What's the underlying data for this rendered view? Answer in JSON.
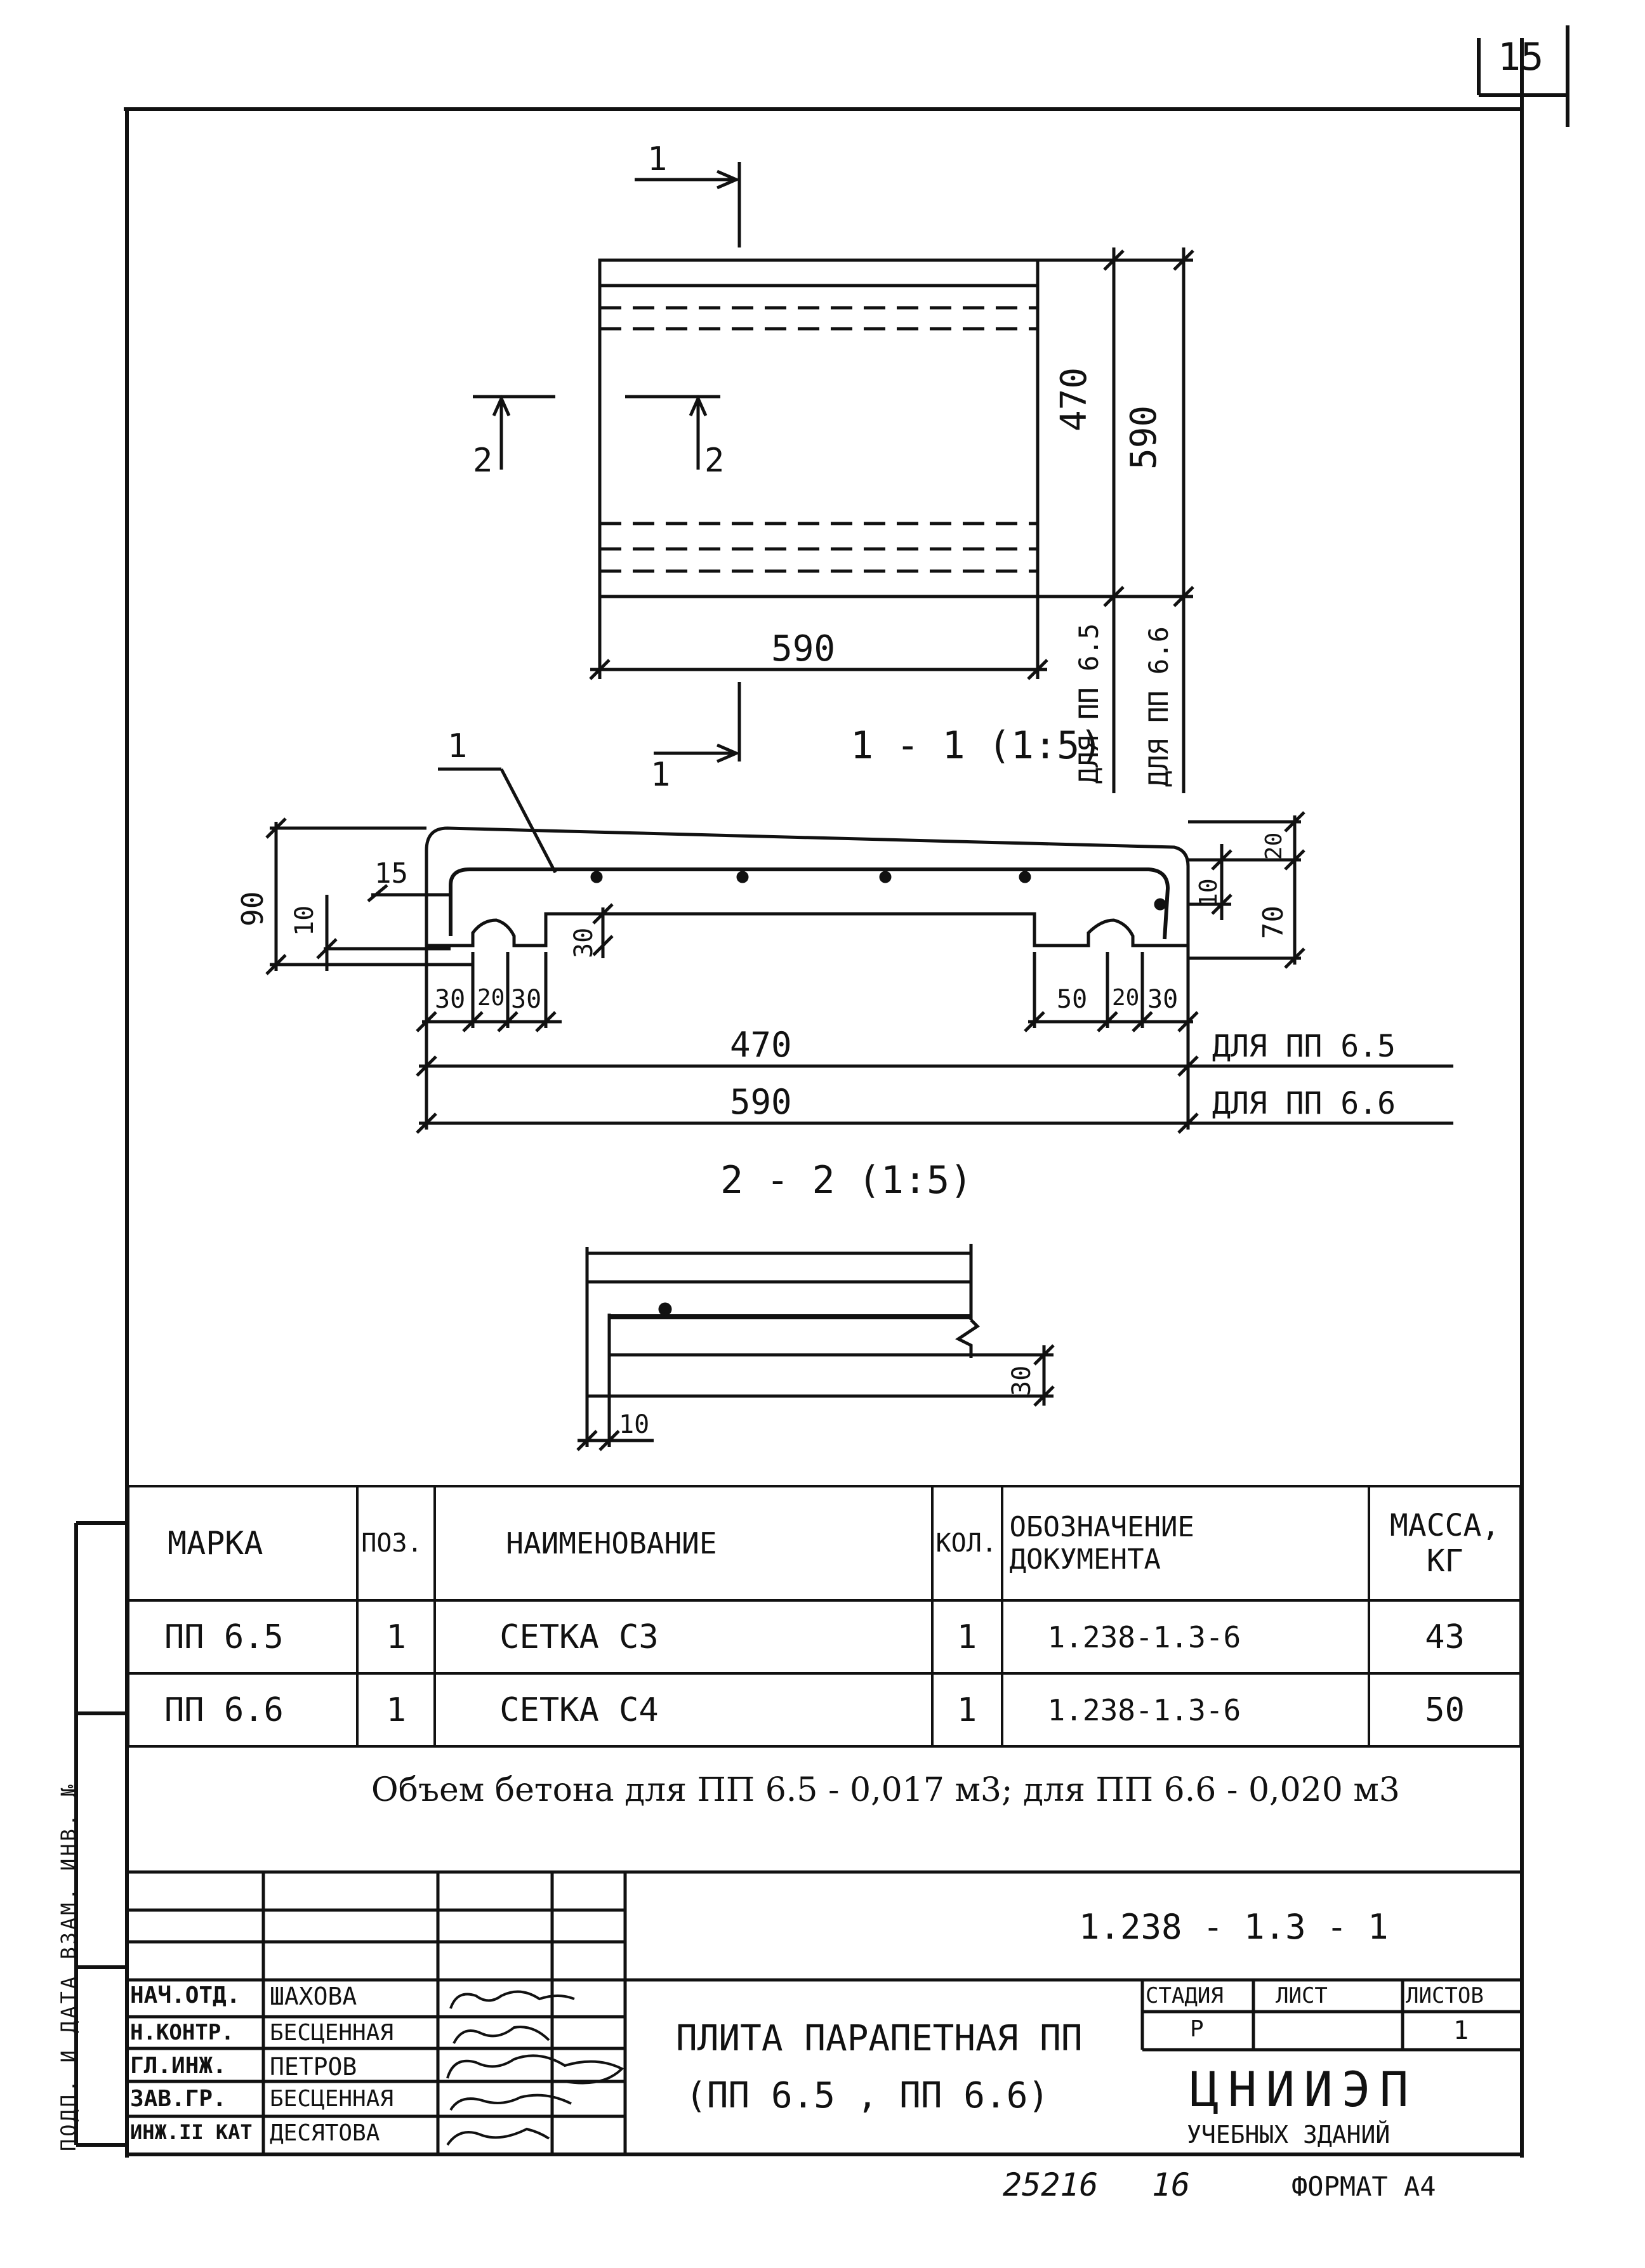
{
  "sheet": {
    "page_number": "15",
    "bottom_number": "25216",
    "bottom_sheet": "16",
    "format": "ФОРМАТ А4"
  },
  "plan": {
    "section_mark": "1",
    "cut_mark": "2",
    "dim_470": "470",
    "dim_590_right": "590",
    "dim_590_bottom": "590",
    "for_65": "ДЛЯ ПП 6.5",
    "for_66": "ДЛЯ ПП 6.6"
  },
  "section_1_1": {
    "title": "1 - 1 (1:5)",
    "callout": "1",
    "dims": {
      "d90": "90",
      "d10_left": "10",
      "d15": "15",
      "d30_inner": "30",
      "d20": "20",
      "d10_right": "10",
      "d70": "70",
      "b30a": "30",
      "b20a": "20",
      "b30b": "30",
      "b50": "50",
      "b20b": "20",
      "b30c": "30",
      "d470": "470",
      "d590": "590"
    },
    "for_65": "ДЛЯ ПП 6.5",
    "for_66": "ДЛЯ ПП 6.6"
  },
  "section_2_2": {
    "title": "2 - 2 (1:5)",
    "d30": "30",
    "d10": "10"
  },
  "spec_table": {
    "headers": [
      "МАРКА",
      "ПОЗ.",
      "НАИМЕНОВАНИЕ",
      "КОЛ.",
      "ОБОЗНАЧЕНИЕ ДОКУМЕНТА",
      "МАССА, КГ"
    ],
    "rows": [
      [
        "ПП 6.5",
        "1",
        "СЕТКА С3",
        "1",
        "1.238-1.3-6",
        "43"
      ],
      [
        "ПП 6.6",
        "1",
        "СЕТКА С4",
        "1",
        "1.238-1.3-6",
        "50"
      ]
    ],
    "note": "Объем бетона для ПП 6.5 - 0,017 м3; для ПП 6.6 - 0,020 м3"
  },
  "title_block": {
    "designation": "1.238 - 1.3 - 1",
    "title_line1": "ПЛИТА ПАРАПЕТНАЯ ПП",
    "title_line2": "(ПП 6.5 , ПП 6.6)",
    "stage_label": "СТАДИЯ",
    "sheet_label": "ЛИСТ",
    "sheets_label": "ЛИСТОВ",
    "stage": "Р",
    "sheets": "1",
    "org_name": "ЦНИИЭП",
    "org_sub": "УЧЕБНЫХ ЗДАНИЙ",
    "roles": [
      {
        "role": "НАЧ.ОТД.",
        "name": "ШАХОВА"
      },
      {
        "role": "Н.КОНТР.",
        "name": "БЕСЦЕННАЯ"
      },
      {
        "role": "ГЛ.ИНЖ.",
        "name": "ПЕТРОВ"
      },
      {
        "role": "ЗАВ.ГР.",
        "name": "БЕСЦЕННАЯ"
      },
      {
        "role": "ИНЖ.II КАТ",
        "name": "ДЕСЯТОВА"
      }
    ],
    "side_label": "ПОДП. И ДАТА  ВЗАМ. ИНВ. №"
  }
}
